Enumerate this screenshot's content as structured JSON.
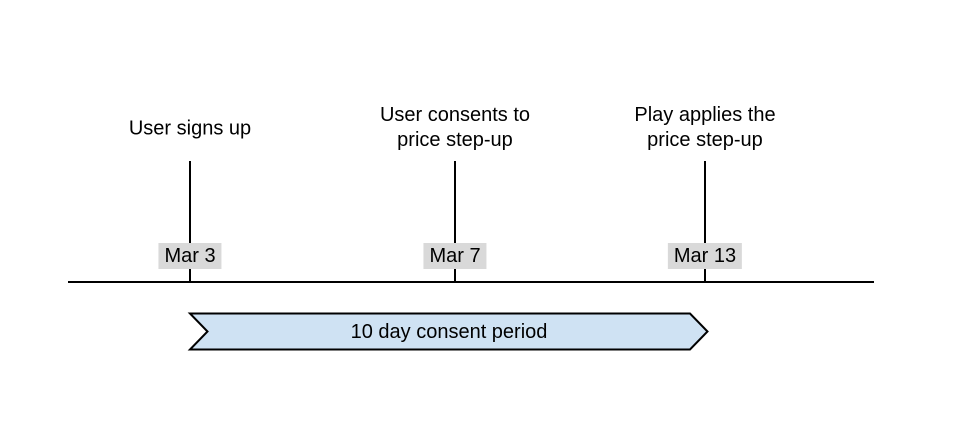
{
  "diagram": {
    "type": "timeline",
    "events": [
      {
        "label": "User signs up",
        "date": "Mar 3"
      },
      {
        "label": "User consents to\nprice step-up",
        "date": "Mar 7"
      },
      {
        "label": "Play applies the\nprice step-up",
        "date": "Mar 13"
      }
    ],
    "banner": {
      "label": "10 day consent period"
    },
    "colors": {
      "background": "#ffffff",
      "line": "#000000",
      "text": "#000000",
      "date_badge_bg": "#d9d9d9",
      "banner_fill": "#cfe2f3",
      "banner_border": "#000000"
    }
  }
}
